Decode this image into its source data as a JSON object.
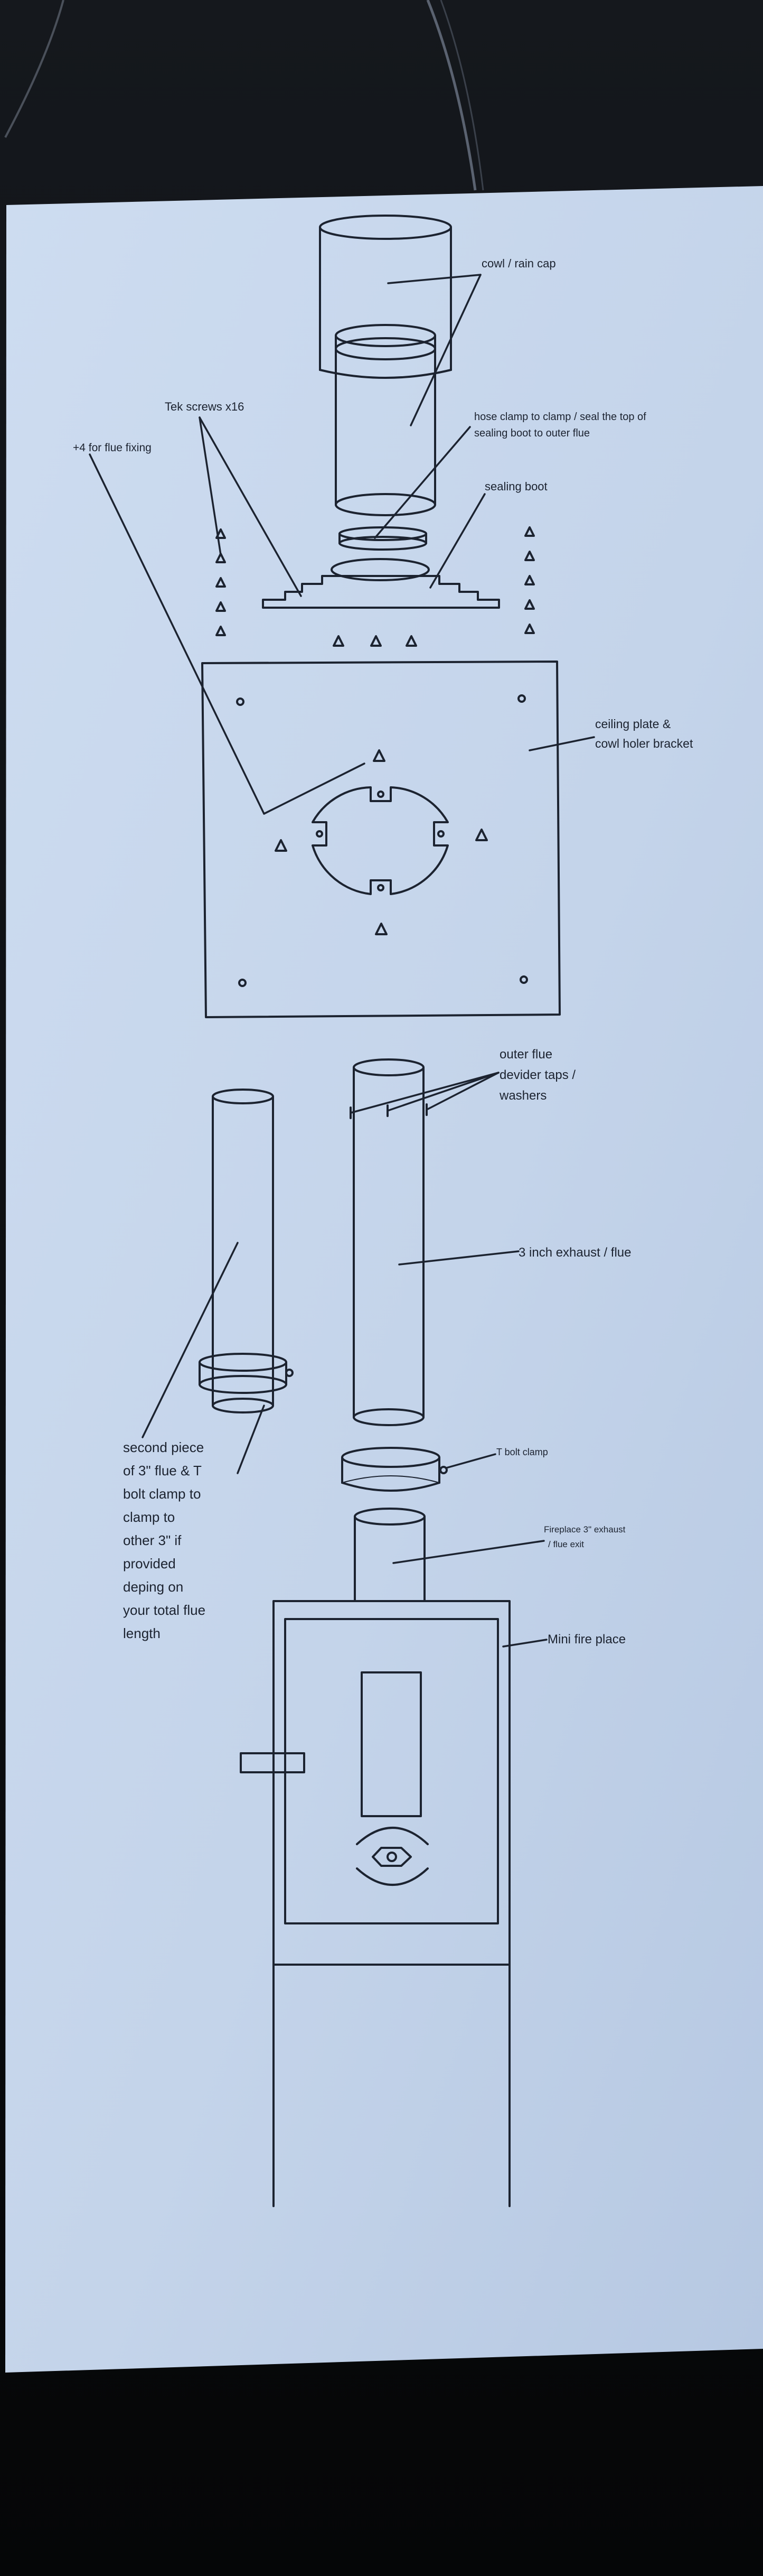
{
  "labels": {
    "cowl": "cowl / rain cap",
    "tek_screws": "Tek screws x16",
    "flue_fixing": "+4 for flue fixing",
    "hose_clamp_1": "hose clamp to clamp / seal the top of",
    "hose_clamp_2": "sealing boot to outer flue",
    "sealing_boot": "sealing boot",
    "ceiling_plate_1": "ceiling plate &",
    "ceiling_plate_2": "cowl holer bracket",
    "outer_flue_1": "outer flue",
    "outer_flue_2": "devider taps /",
    "outer_flue_3": "washers",
    "exhaust": "3 inch exhaust / flue",
    "second_piece": [
      "second piece",
      "of 3\" flue & T",
      "bolt clamp to",
      "clamp to",
      "other 3\" if",
      "provided",
      "deping on",
      "your total flue",
      "length"
    ],
    "t_bolt": "T bolt clamp",
    "fireplace_exit_1": "Fireplace 3\" exhaust",
    "fireplace_exit_2": "/ flue exit",
    "mini_fireplace": "Mini fire place"
  },
  "colors": {
    "paper": "#c9d8ec",
    "paper_edge": "#aebfd8",
    "ink": "#1c2330",
    "background": "#0b0d10"
  }
}
